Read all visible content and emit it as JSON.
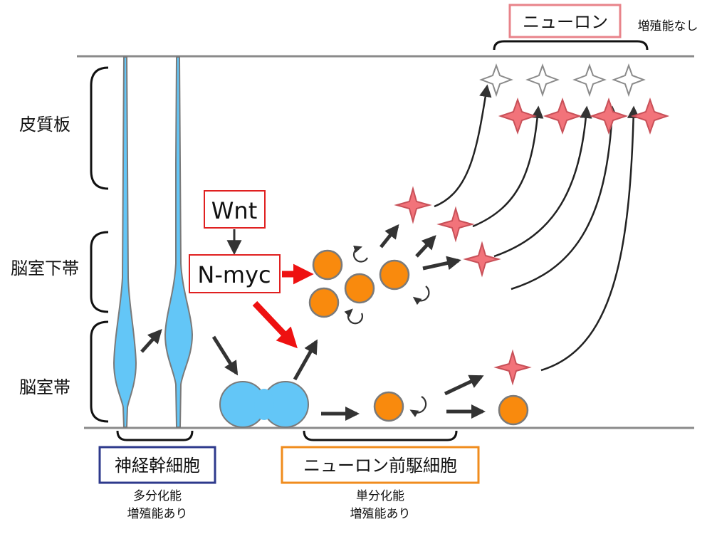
{
  "layers": {
    "cortex": "皮質板",
    "svz": "脳室下帯",
    "vz": "脳室帯"
  },
  "neuron": {
    "title": "ニューロン",
    "note": "増殖能なし",
    "box_color": "#e8838a"
  },
  "stem_cell": {
    "title": "神経幹細胞",
    "desc_line1": "多分化能",
    "desc_line2": "増殖能あり",
    "box_color": "#2e3a8c"
  },
  "progenitor": {
    "title": "ニューロン前駆細胞",
    "desc_line1": "単分化能",
    "desc_line2": "増殖能あり",
    "box_color": "#f08c1e"
  },
  "signals": {
    "wnt": "Wnt",
    "nmyc": "N-myc",
    "box_color": "#e02020",
    "arrow_color": "#ee1111"
  },
  "colors": {
    "stem_fill": "#63c6f7",
    "progenitor_fill": "#f98a0d",
    "neuron_fill": "#f2737a",
    "neuron_mature_fill": "#ffffff",
    "outline": "#7a7a7a",
    "arrow": "#333333"
  }
}
